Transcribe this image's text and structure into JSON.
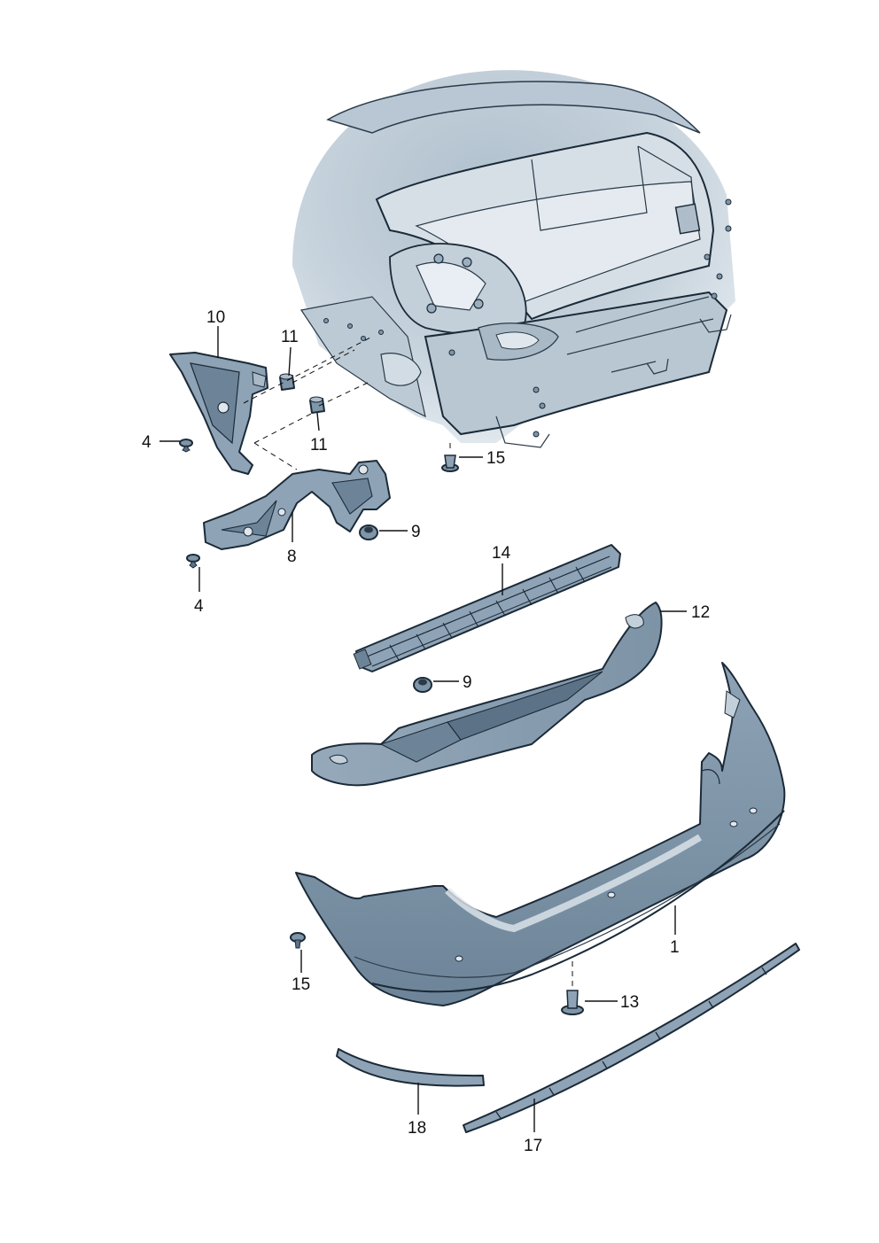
{
  "labels": {
    "p1": "1",
    "p4a": "4",
    "p4b": "4",
    "p8": "8",
    "p9a": "9",
    "p9b": "9",
    "p10": "10",
    "p11a": "11",
    "p11b": "11",
    "p12": "12",
    "p13": "13",
    "p14": "14",
    "p15a": "15",
    "p15b": "15",
    "p17": "17",
    "p18": "18"
  },
  "colors": {
    "body_light": "#c9d4dd",
    "body_mid": "#9fb0bf",
    "part_fill": "#7f95a8",
    "part_dark": "#5c7286",
    "outline": "#1b2a38"
  }
}
